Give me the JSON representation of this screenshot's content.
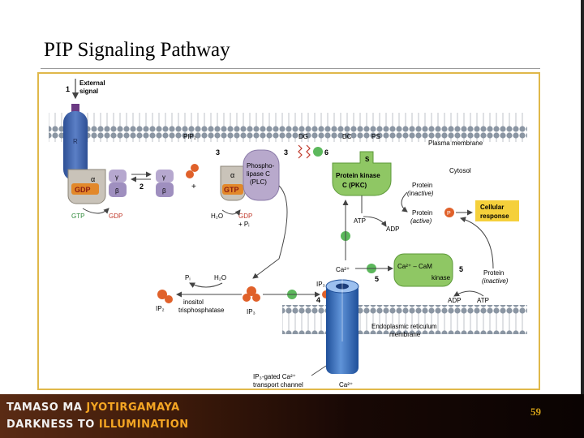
{
  "slide": {
    "title": "PIP Signaling Pathway",
    "page_number": "59"
  },
  "footer": {
    "line1_part1": "TAMASO MA ",
    "line1_part2": "JYOTIRGAMAYA",
    "line2_part1": "DARKNESS TO ",
    "line2_part2": "ILLUMINATION"
  },
  "diagram": {
    "step1": "1",
    "external_signal_l1": "External",
    "external_signal_l2": "signal",
    "receptor_R": "R",
    "pip2": "PIP₂",
    "step3a": "3",
    "step3b": "3",
    "step2": "2",
    "dg": "DG",
    "dc": "DC",
    "ps": "PS",
    "step6": "6",
    "plasma_membrane": "Plasma membrane",
    "cytosol": "Cytosol",
    "g_alpha_1": "α",
    "g_gamma_1": "γ",
    "g_beta_1": "β",
    "g_gamma_2": "γ",
    "g_beta_2": "β",
    "g_alpha_2": "α",
    "gdp_bound": "GDP",
    "gtp_bound": "GTP",
    "gtp_free": "GTP",
    "gdp_free": "GDP",
    "plus_sign": "+",
    "plc_l1": "Phospho-",
    "plc_l2": "lipase C",
    "plc_l3": "(PLC)",
    "h2o_top": "H₂O",
    "gdp_pi_l1": "GDP",
    "gdp_pi_l2": "+ Pᵢ",
    "pkc_s": "S",
    "pkc_l1": "Protein kinase",
    "pkc_l2": "C (PKC)",
    "protein_inactive_l1": "Protein",
    "protein_inactive_l2": "(inactive)",
    "protein_active": "Protein",
    "protein_active_l2": "(active)",
    "phosphate_p": "P",
    "cellular_response_l1": "Cellular",
    "cellular_response_l2": "response",
    "atp_1": "ATP",
    "adp_1": "ADP",
    "ca_1": "Ca²⁺",
    "step5a": "5",
    "step5b": "5",
    "camk_l1": "Ca²⁺ – CaM",
    "camk_l2": "kinase",
    "protein2_l1": "Protein",
    "protein2_l2": "(inactive)",
    "adp_2": "ADP",
    "atp_2": "ATP",
    "pi_left": "Pᵢ",
    "h2o_left": "H₂O",
    "inositol_l1": "inositol",
    "inositol_l2": "trisphosphatase",
    "ip2": "IP₂",
    "ip3_left": "IP₃",
    "ip3_channel": "IP₃",
    "step4": "4",
    "er_l1": "Endoplasmic reticulum",
    "er_l2": "membrane",
    "channel_l1": "IP₃-gated Ca²⁺",
    "channel_l2": "transport channel",
    "ca_bottom": "Ca²⁺"
  }
}
